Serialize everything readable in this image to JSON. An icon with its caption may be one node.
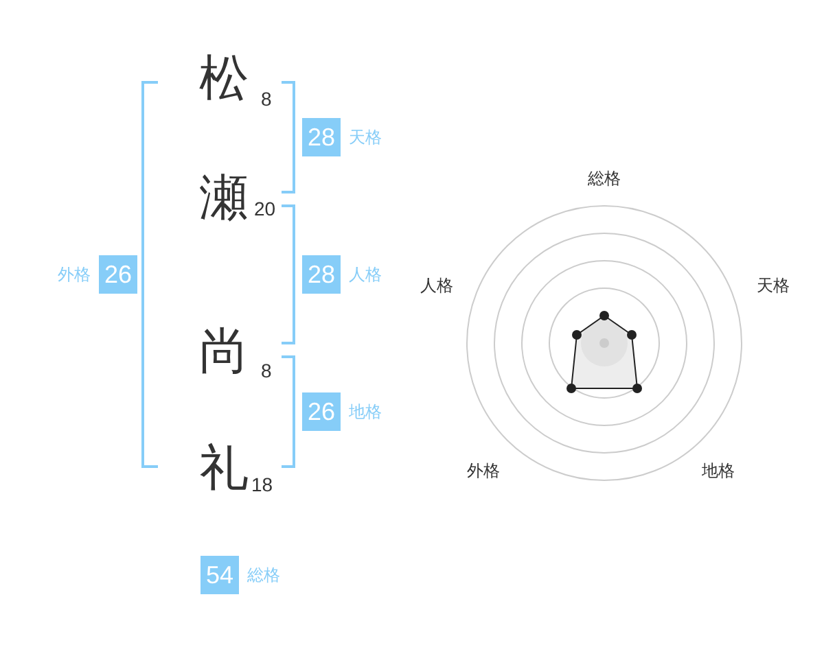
{
  "diagram": {
    "nodes": [
      {
        "text": [
          "28"
        ],
        "beside": [
          "天格"
        ]
      },
      {
        "text": [
          "28"
        ],
        "beside": [
          "人格"
        ]
      },
      {
        "text": [
          "26"
        ],
        "beside": [
          "地格"
        ]
      },
      {
        "text": [
          "26"
        ],
        "beside": [
          "外格"
        ]
      },
      {
        "text": [
          "54"
        ],
        "beside": [
          "総格"
        ]
      }
    ],
    "labels": [
      "松",
      "8",
      "瀬",
      "20",
      "尚",
      "8",
      "礼",
      "18",
      "総格",
      "人格",
      "天格",
      "外格",
      "地格"
    ]
  }
}
